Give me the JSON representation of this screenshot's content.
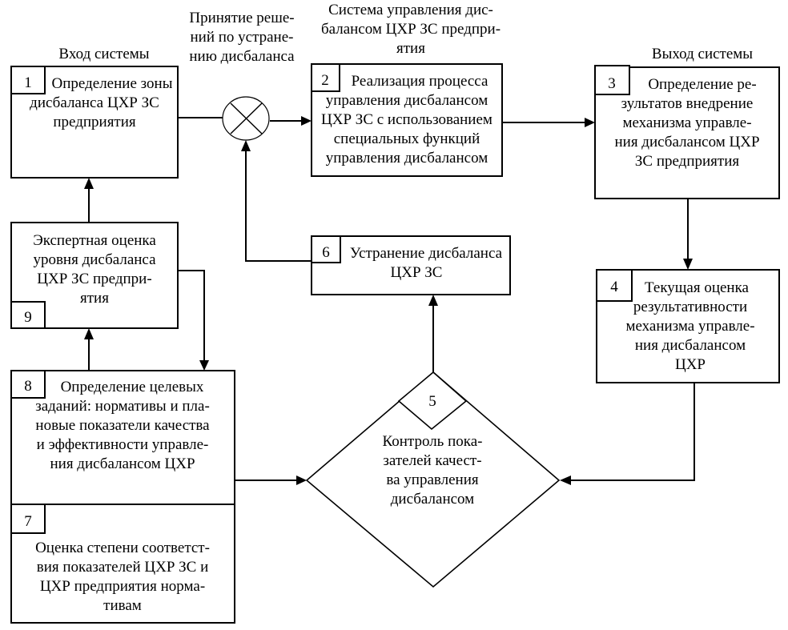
{
  "diagram": {
    "labels": {
      "input": "Вход системы",
      "decision": [
        "Принятие реше-",
        "ний по устране-",
        "нию дисбаланса"
      ],
      "system": [
        "Система управления дис-",
        "балансом ЦХР ЗС предпри-",
        "ятия"
      ],
      "output": "Выход системы"
    },
    "blocks": [
      {
        "id": "1",
        "number": "1",
        "lines": [
          "Определение зоны",
          "дисбаланса ЦХР ЗС",
          "предприятия"
        ]
      },
      {
        "id": "2",
        "number": "2",
        "lines": [
          "Реализация процесса",
          "управления дисбалансом",
          "ЦХР ЗС с использованием",
          "специальных функций",
          "управления дисбалансом"
        ]
      },
      {
        "id": "3",
        "number": "3",
        "lines": [
          "Определение ре-",
          "зультатов внедрение",
          "механизма управле-",
          "ния дисбалансом ЦХР",
          "ЗС предприятия"
        ]
      },
      {
        "id": "4",
        "number": "4",
        "lines": [
          "Текущая оценка",
          "результативности",
          "механизма управле-",
          "ния дисбалансом",
          "ЦХР"
        ]
      },
      {
        "id": "5",
        "number": "5",
        "lines": [
          "Контроль пока-",
          "зателей качест-",
          "ва управления",
          "дисбалансом"
        ]
      },
      {
        "id": "6",
        "number": "6",
        "lines": [
          "Устранение дисбаланса",
          "ЦХР  ЗС"
        ]
      },
      {
        "id": "7",
        "number": "7",
        "lines": [
          "Оценка степени соответст-",
          "вия показателей ЦХР ЗС и",
          "ЦХР предприятия норма-",
          "тивам"
        ]
      },
      {
        "id": "8",
        "number": "8",
        "lines": [
          "Определение целевых",
          "заданий: нормативы и пла-",
          "новые показатели качества",
          "и эффективности управле-",
          "ния дисбалансом ЦХР"
        ]
      },
      {
        "id": "9",
        "number": "9",
        "lines": [
          "Экспертная оценка",
          "уровня дисбаланса",
          "ЦХР ЗС предпри-",
          "ятия"
        ]
      }
    ],
    "connections": [
      {
        "from": "1",
        "to": "decision-node"
      },
      {
        "from": "decision-node",
        "to": "2"
      },
      {
        "from": "2",
        "to": "3"
      },
      {
        "from": "3",
        "to": "4"
      },
      {
        "from": "4",
        "to": "5"
      },
      {
        "from": "5",
        "to": "6"
      },
      {
        "from": "6",
        "to": "decision-node"
      },
      {
        "from": "8",
        "to": "5"
      },
      {
        "from": "8",
        "to": "9"
      },
      {
        "from": "9",
        "to": "8"
      },
      {
        "from": "9",
        "to": "1"
      }
    ]
  }
}
